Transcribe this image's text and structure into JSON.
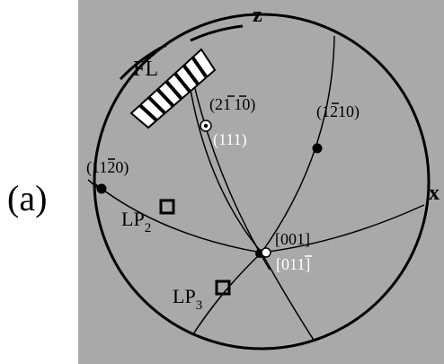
{
  "panel_label": "(a)",
  "axes": {
    "z": "z",
    "x": "x"
  },
  "regions": {
    "fl": "FL"
  },
  "poles": {
    "p2110": {
      "pre": "(2",
      "d1": "1",
      "d2": "1",
      "post": "0)"
    },
    "p111": "(111)",
    "p1210": {
      "pre": "(1",
      "bar": "2",
      "post": "10)"
    },
    "p1120": {
      "pre": "(11",
      "bar": "2",
      "post": "0)"
    },
    "p001": "[001]",
    "p011": {
      "pre": "[01",
      "bar": "1",
      "post": "]"
    }
  },
  "markers": {
    "lp2": {
      "main": "LP",
      "sub": "2"
    },
    "lp3": {
      "main": "LP",
      "sub": "3"
    }
  },
  "colors": {
    "background": "#a9a9a9",
    "ink": "#000000",
    "white_label": "#ffffff"
  }
}
